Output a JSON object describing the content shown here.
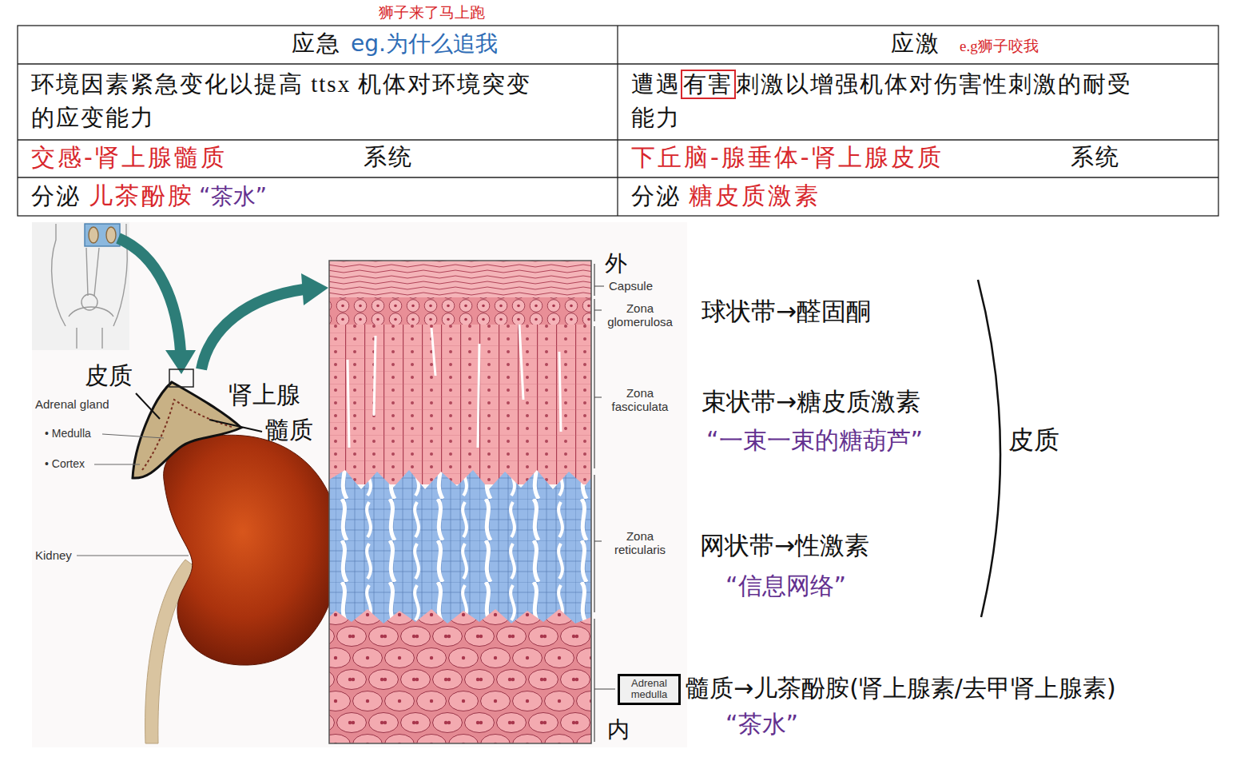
{
  "diagram": {
    "nodes": [
      {
        "text": [
          "有害"
        ]
      },
      {
        "text": [
          "Adrenal medulla"
        ]
      }
    ],
    "labels": [
      "狮子来了马上跑",
      "应急",
      "eg.为什么追我",
      "应激",
      "e.g狮子咬我",
      "环境因素紧急变化以提高 ttsx 机体对环境突变的应变能力",
      "遭遇",
      "刺激以增强机体对伤害性刺激的耐受能力",
      "交感-肾上腺髓质",
      "系统",
      "下丘脑-腺垂体-肾上腺皮质",
      "系统",
      "分泌",
      "儿茶酚胺",
      "“茶水”",
      "分泌",
      "糖皮质激素",
      "皮质",
      "肾上腺",
      "Adrenal gland",
      "髓质",
      "• Medulla",
      "• Cortex",
      "Kidney",
      "外",
      "Capsule",
      "Zona glomerulosa",
      "Zona fasciculata",
      "Zona reticularis",
      "内",
      "球状带→醛固酮",
      "束状带→糖皮质激素",
      "“一束一束的糖葫芦”",
      "网状带→性激素",
      "“信息网络”",
      "皮质",
      "髓质→儿茶酚胺(肾上腺素/去甲肾上腺素)",
      "“茶水”"
    ]
  }
}
